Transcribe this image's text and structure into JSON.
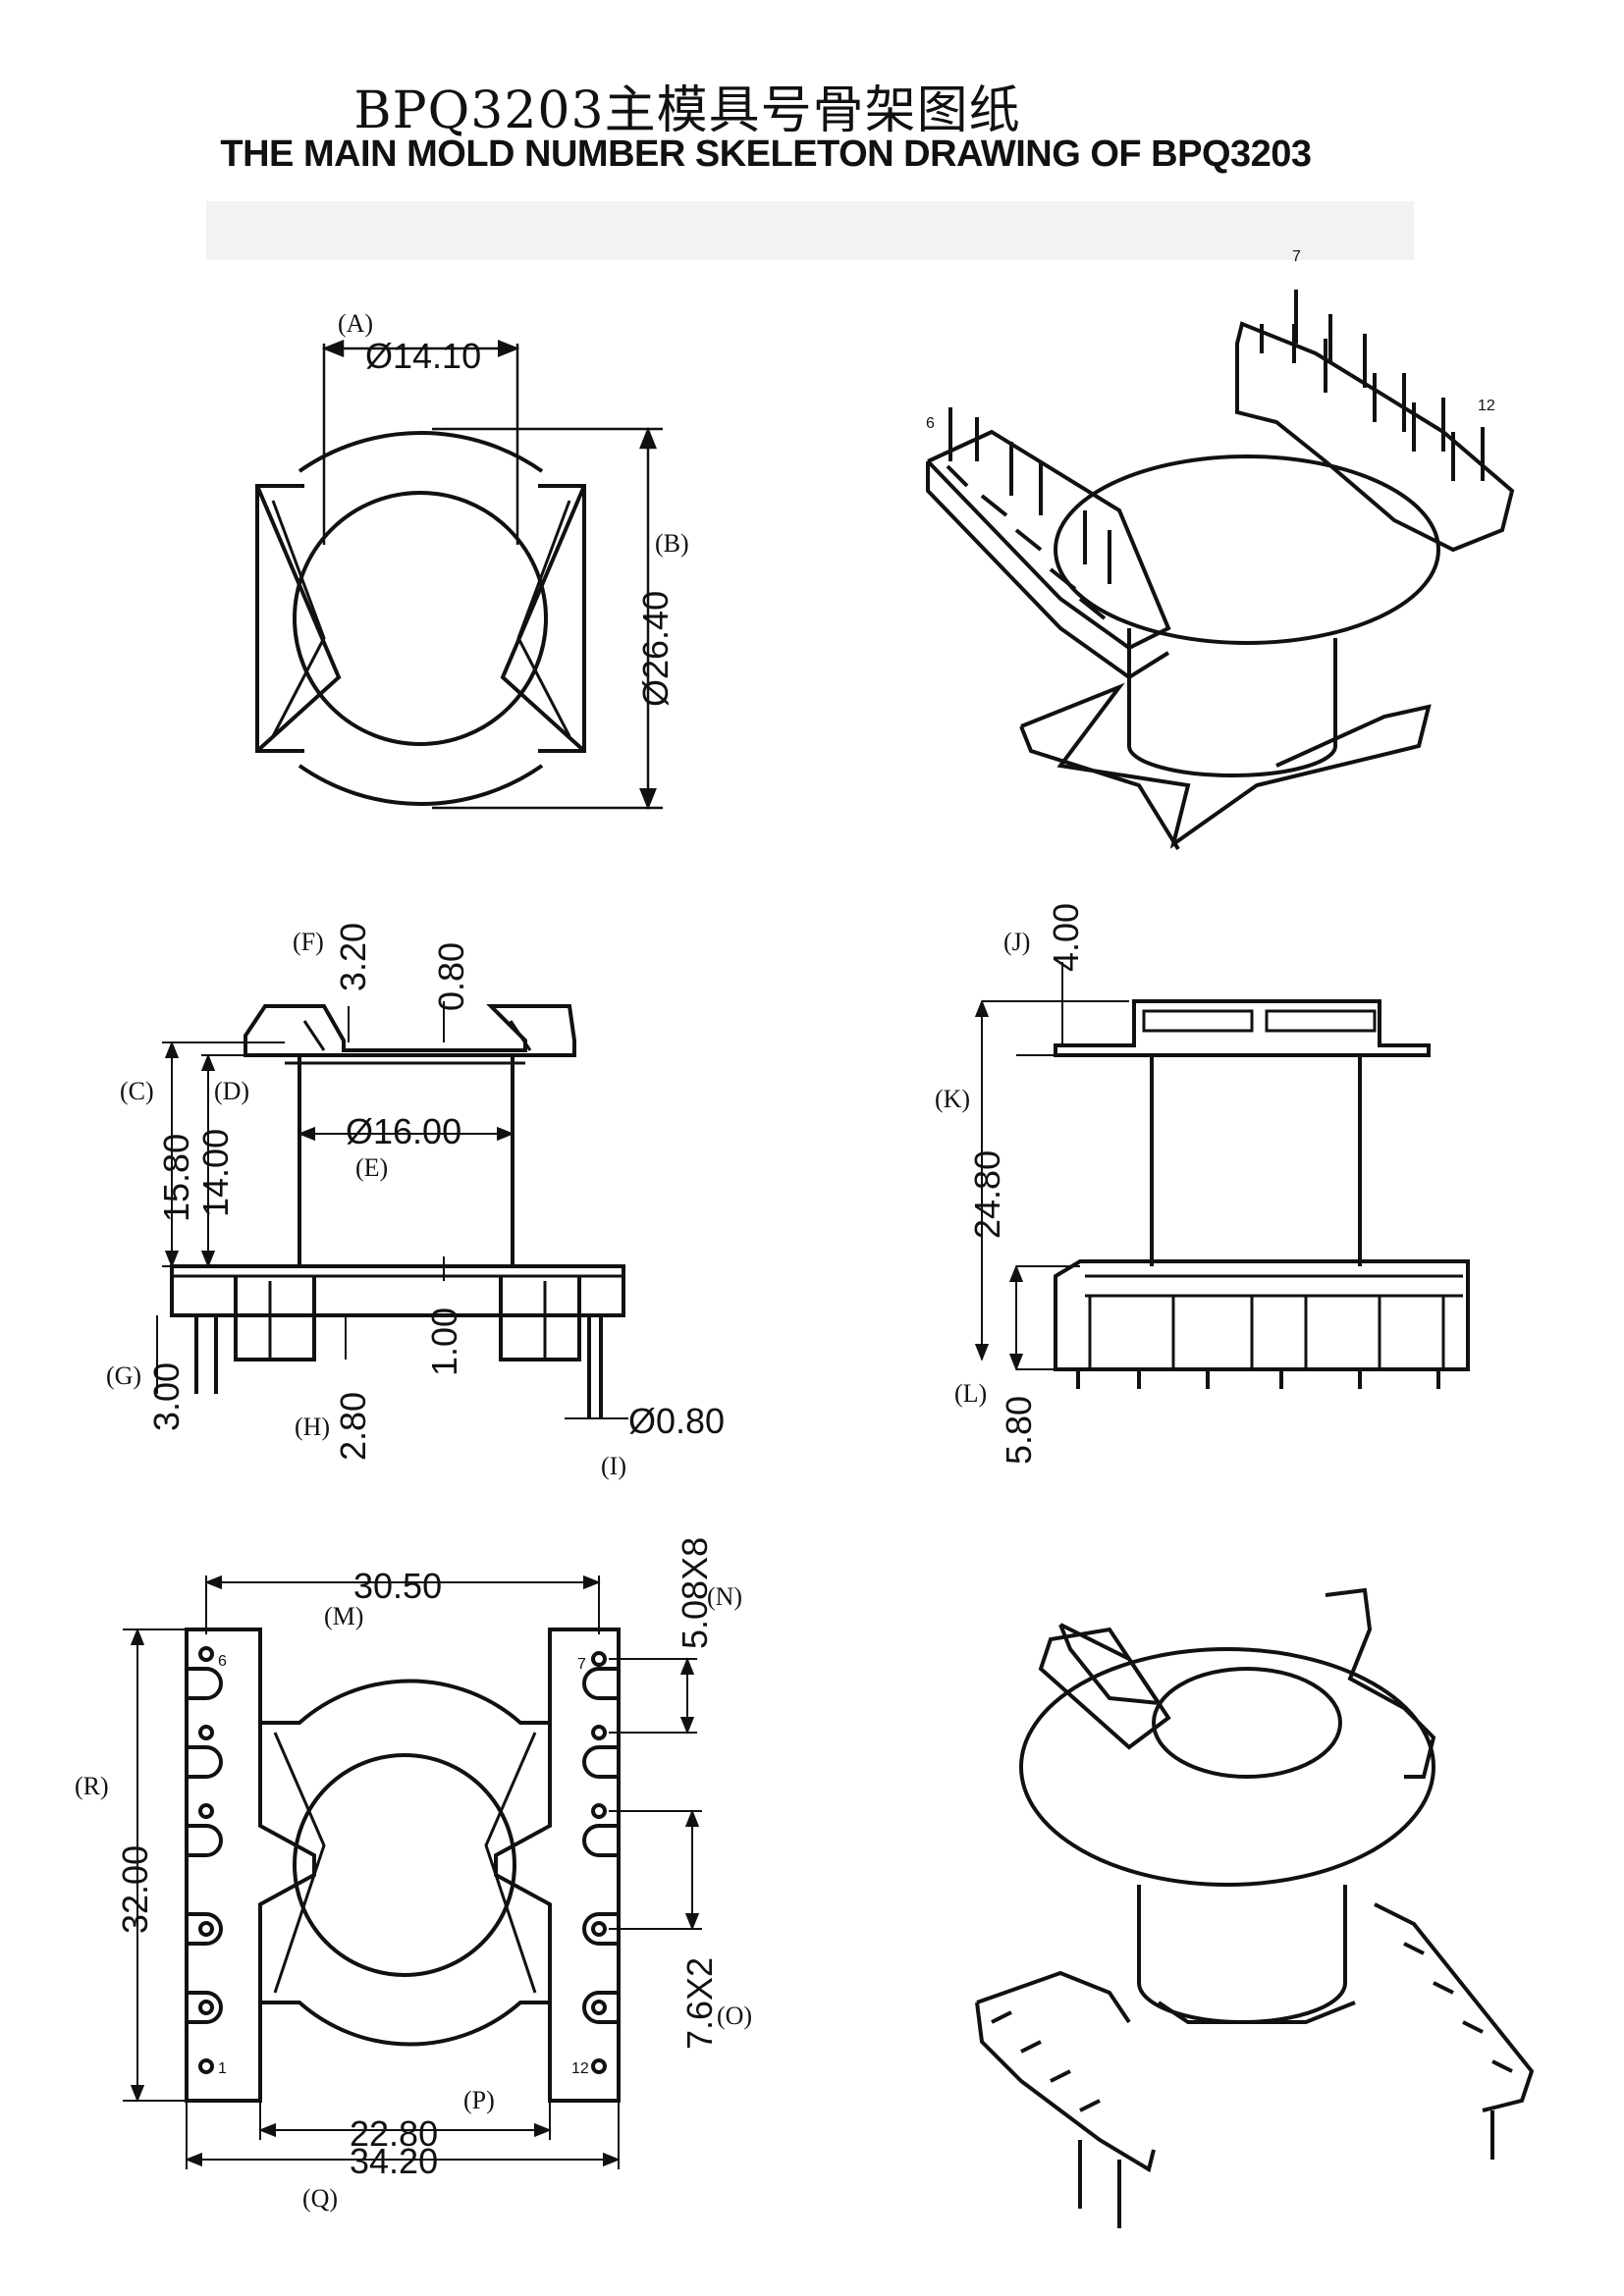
{
  "header": {
    "title_cn": "BPQ3203主模具号骨架图纸",
    "title_en": "THE MAIN MOLD NUMBER SKELETON DRAWING OF BPQ3203"
  },
  "top_view": {
    "A": {
      "tag": "(A)",
      "value": "Ø14.10"
    },
    "B": {
      "tag": "(B)",
      "value": "Ø26.40"
    }
  },
  "side_view": {
    "C": {
      "tag": "(C)",
      "value": "15.80"
    },
    "D": {
      "tag": "(D)",
      "value": "14.00"
    },
    "E": {
      "tag": "(E)",
      "value": "Ø16.00"
    },
    "F": {
      "tag": "(F)",
      "value": "3.20"
    },
    "G": {
      "tag": "(G)",
      "value": "3.00"
    },
    "H": {
      "tag": "(H)",
      "value": "2.80"
    },
    "I": {
      "tag": "(I)",
      "value": "Ø0.80"
    },
    "wall_top": "0.80",
    "wall_bottom": "1.00"
  },
  "front_view": {
    "J": {
      "tag": "(J)",
      "value": "4.00"
    },
    "K": {
      "tag": "(K)",
      "value": "24.80"
    },
    "L": {
      "tag": "(L)",
      "value": "5.80"
    }
  },
  "bottom_view": {
    "M": {
      "tag": "(M)",
      "value": "30.50"
    },
    "N": {
      "tag": "(N)",
      "value": "5.08X8"
    },
    "O": {
      "tag": "(O)",
      "value": "7.6X2"
    },
    "P": {
      "tag": "(P)",
      "value": "22.80"
    },
    "Q": {
      "tag": "(Q)",
      "value": "34.20"
    },
    "R": {
      "tag": "(R)",
      "value": "32.00"
    },
    "pins": {
      "p1": "1",
      "p6": "6",
      "p7": "7",
      "p12": "12"
    }
  },
  "iso_view": {
    "pins": {
      "p6": "6",
      "p7": "7",
      "p12": "12"
    }
  }
}
